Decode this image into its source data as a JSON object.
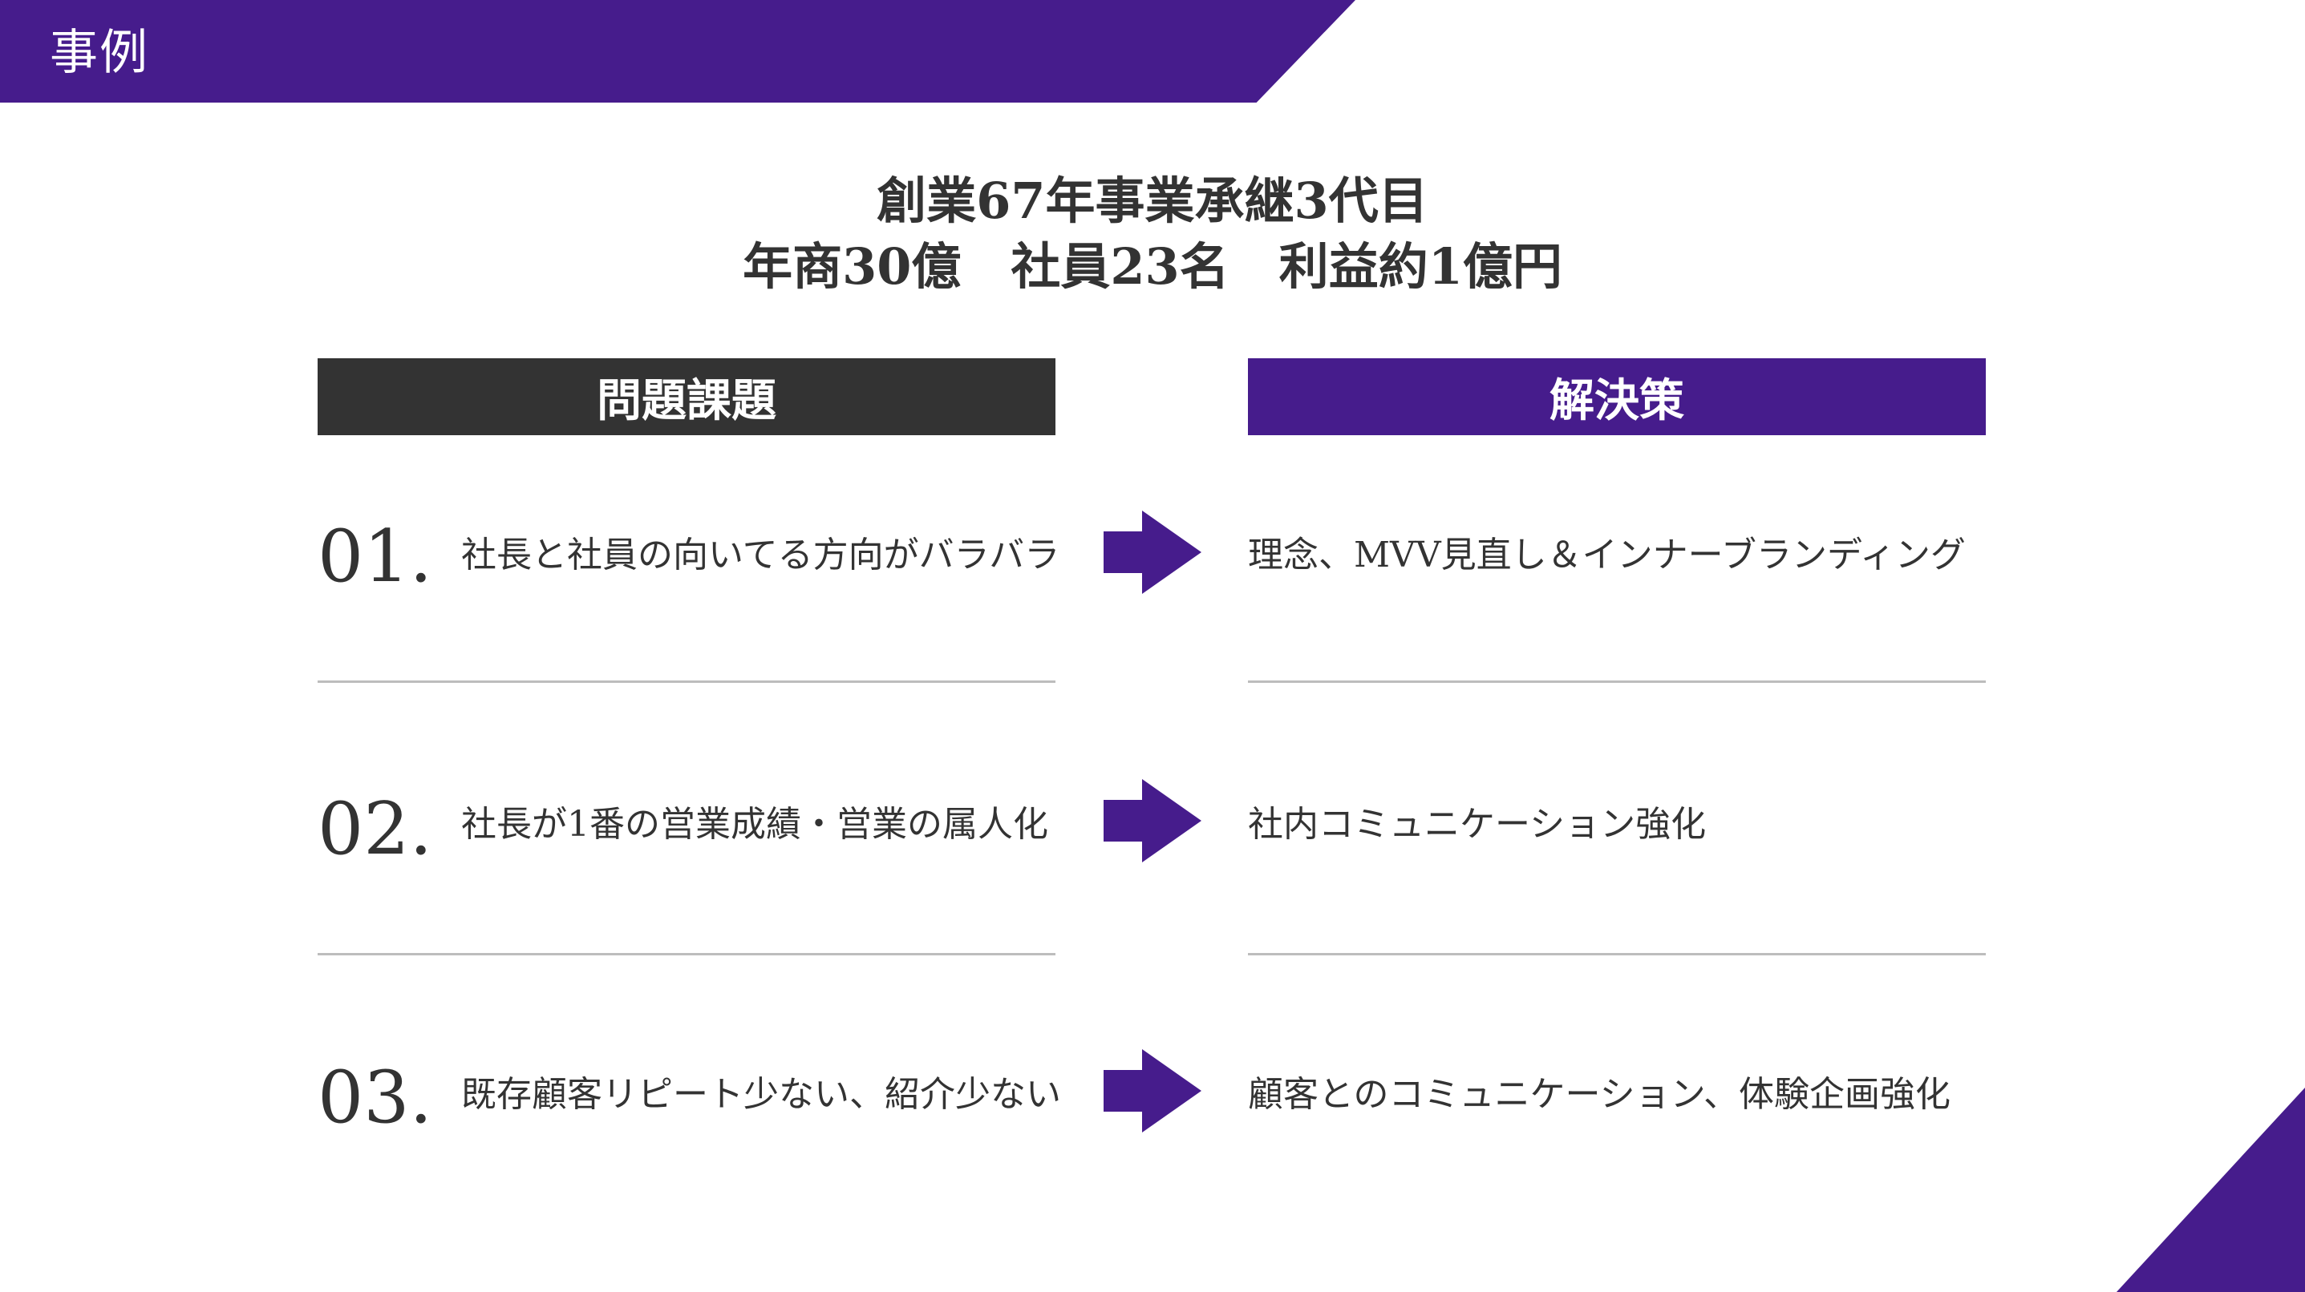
{
  "header": {
    "label": "事例"
  },
  "headline": {
    "line1": "創業67年事業承継3代目",
    "line2": "年商30億　社員23名　利益約1億円"
  },
  "columns": {
    "problems": "問題課題",
    "solutions": "解決策"
  },
  "rows": [
    {
      "number": "01.",
      "problem": "社長と社員の向いてる方向がバラバラ",
      "solution": "理念、MVV見直し＆インナーブランディング"
    },
    {
      "number": "02.",
      "problem": "社長が1番の営業成績・営業の属人化",
      "solution": "社内コミュニケーション強化"
    },
    {
      "number": "03.",
      "problem": "既存顧客リピート少ない、紹介少ない",
      "solution": "顧客とのコミュニケーション、体験企画強化"
    }
  ],
  "colors": {
    "accent": "#461c8c",
    "dark": "#333333",
    "divider": "#bdbdbd"
  },
  "icons": {
    "arrow": "right-arrow-icon"
  }
}
